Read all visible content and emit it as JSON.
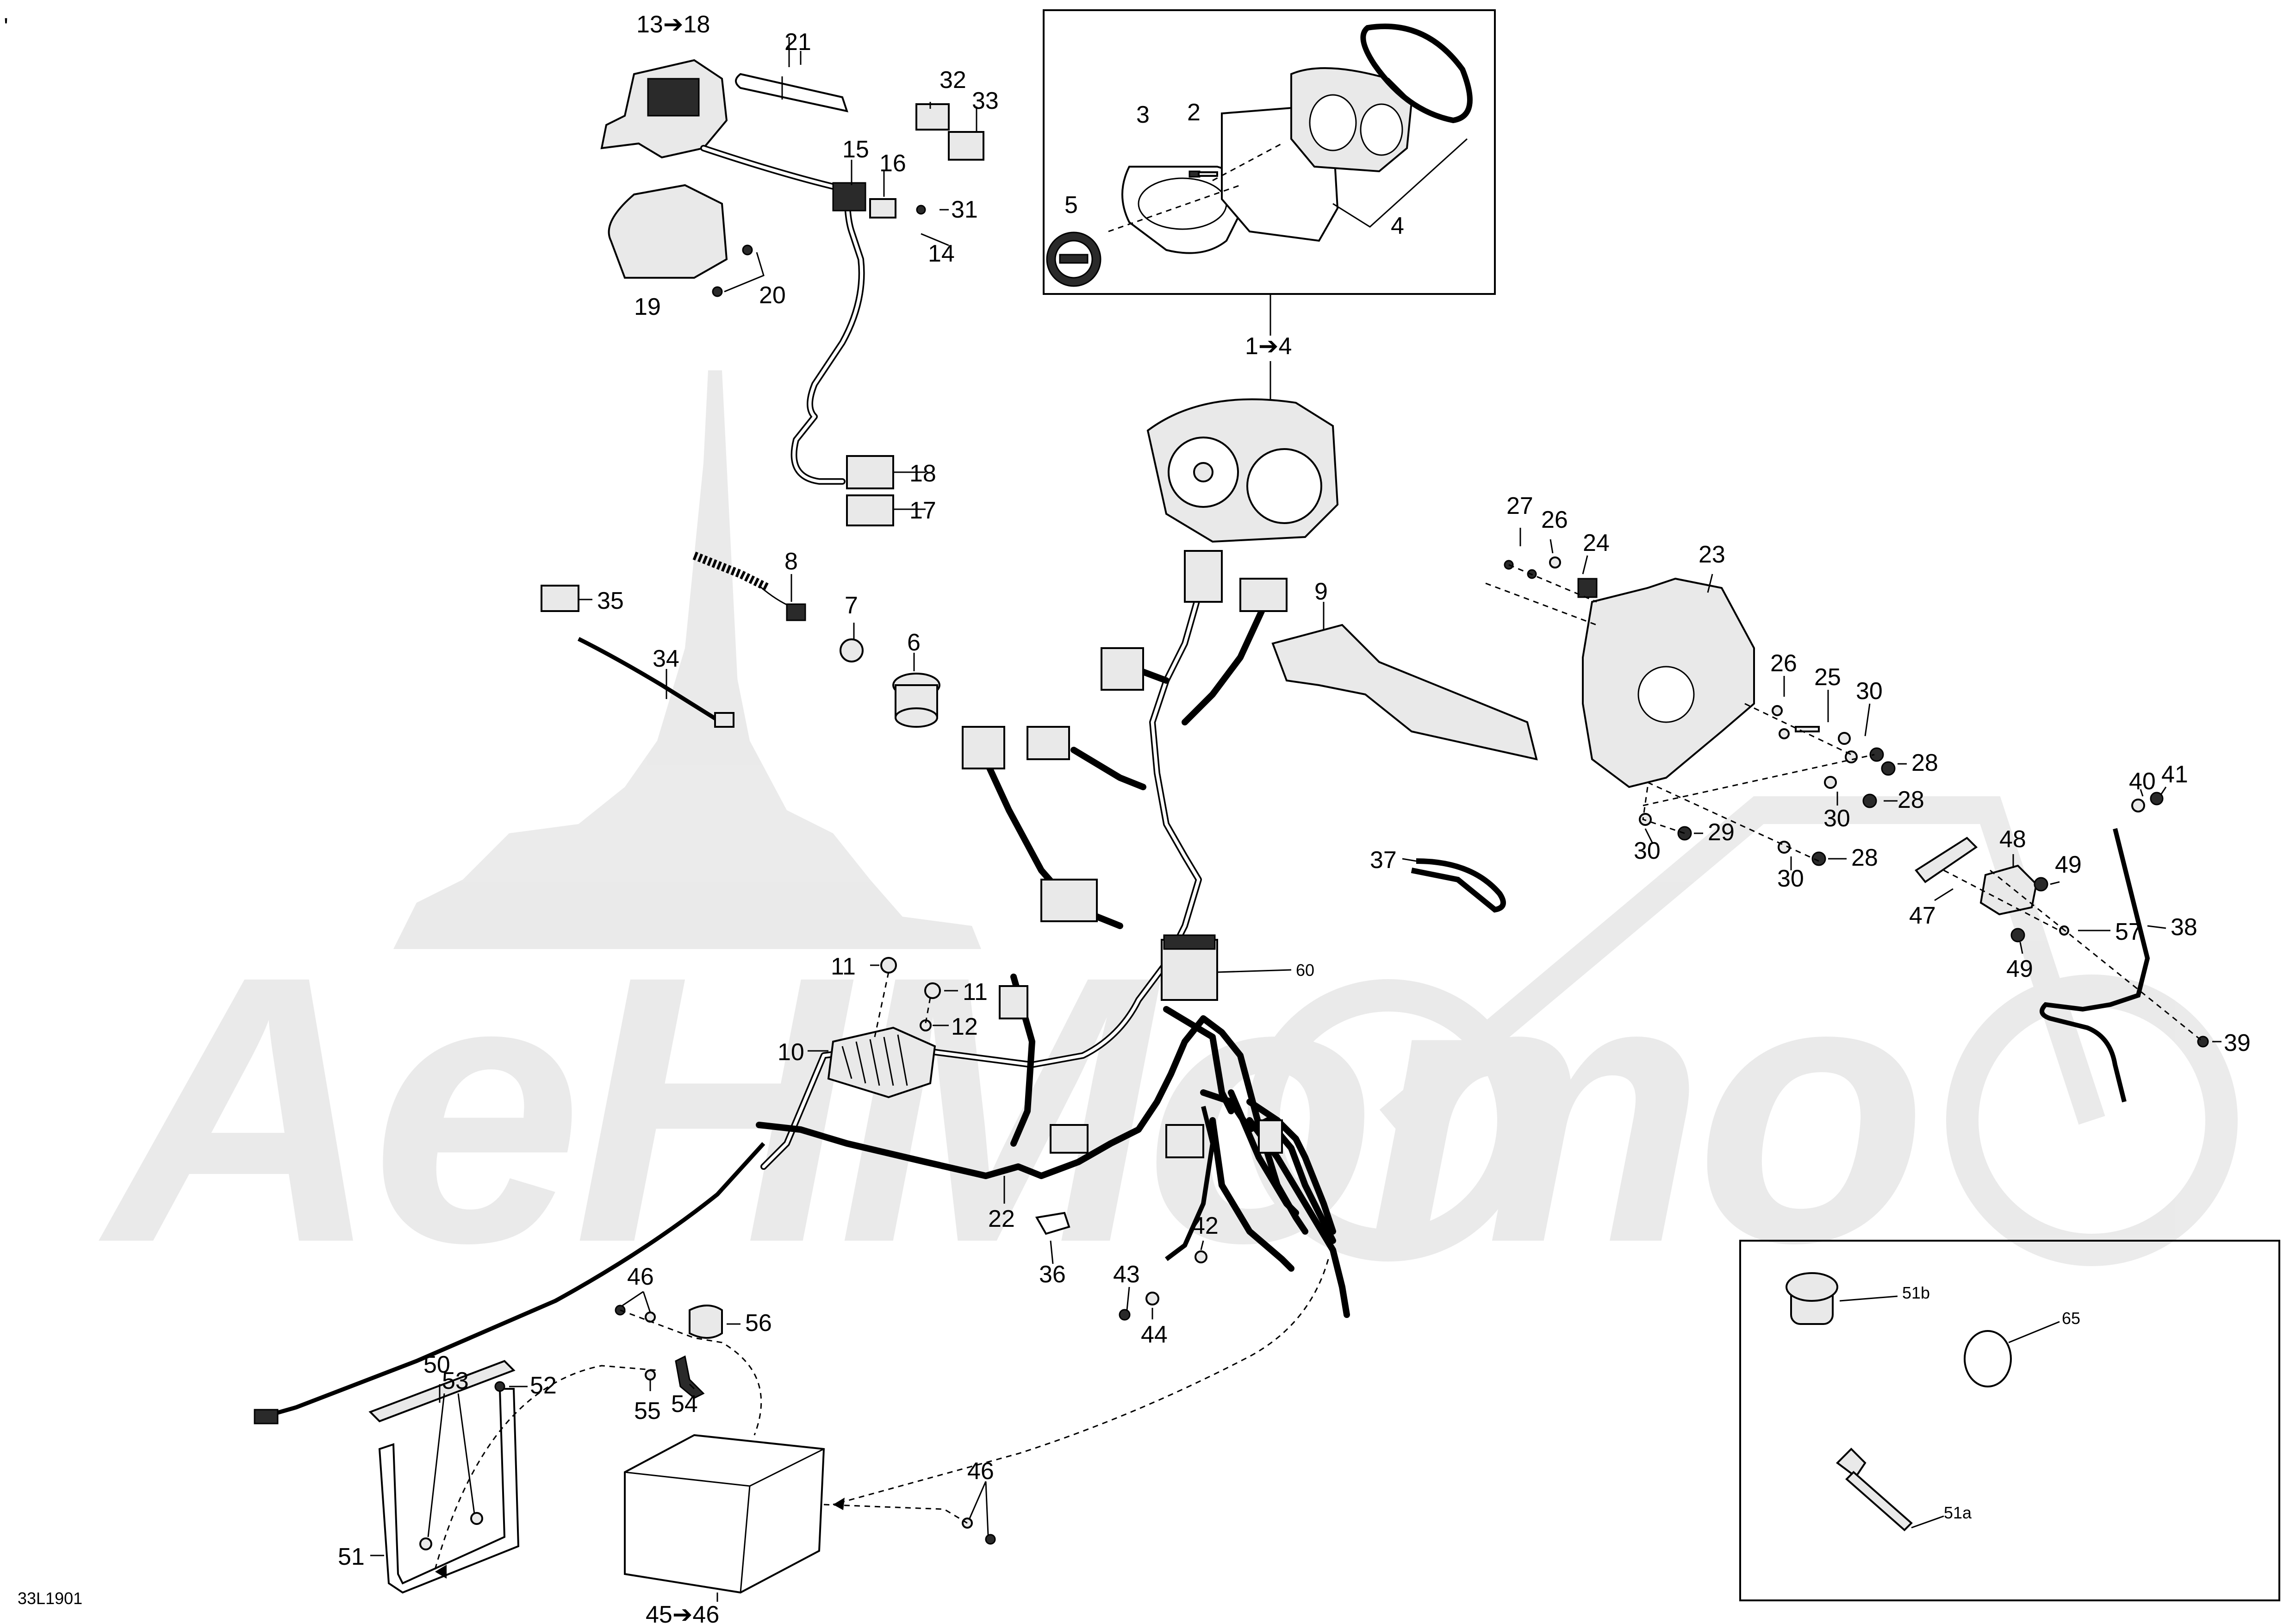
{
  "diagram_id": "33L1901",
  "corner_mark": "'",
  "watermark_text": "AeHMomo",
  "callouts": {
    "c13_18": "13➔18",
    "c21": "21",
    "c32": "32",
    "c33": "33",
    "c15": "15",
    "c16": "16",
    "c31": "31",
    "c14": "14",
    "c19": "19",
    "c20": "20",
    "c18": "18",
    "c17": "17",
    "c3": "3",
    "c2": "2",
    "c5": "5",
    "c4": "4",
    "c1_4": "1➔4",
    "c8": "8",
    "c7": "7",
    "c6": "6",
    "c35": "35",
    "c34": "34",
    "c9": "9",
    "c27": "27",
    "c26a": "26",
    "c24": "24",
    "c23": "23",
    "c26b": "26",
    "c25": "25",
    "c30a": "30",
    "c28a": "28",
    "c30b": "30",
    "c28b": "28",
    "c30c": "30",
    "c29": "29",
    "c30d": "30",
    "c28c": "28",
    "c37": "37",
    "c40": "40",
    "c41": "41",
    "c48": "48",
    "c49a": "49",
    "c47": "47",
    "c57": "57",
    "c38": "38",
    "c49b": "49",
    "c39": "39",
    "c11a": "11",
    "c11b": "11",
    "c60": "60",
    "c12": "12",
    "c10": "10",
    "c22": "22",
    "c36": "36",
    "c42": "42",
    "c43": "43",
    "c44": "44",
    "c46a": "46",
    "c56": "56",
    "c50": "50",
    "c52": "52",
    "c54": "54",
    "c55": "55",
    "c53": "53",
    "c51": "51",
    "c46b": "46",
    "c45_46": "45➔46",
    "c51b": "51b",
    "c65": "65",
    "c51a": "51a"
  }
}
